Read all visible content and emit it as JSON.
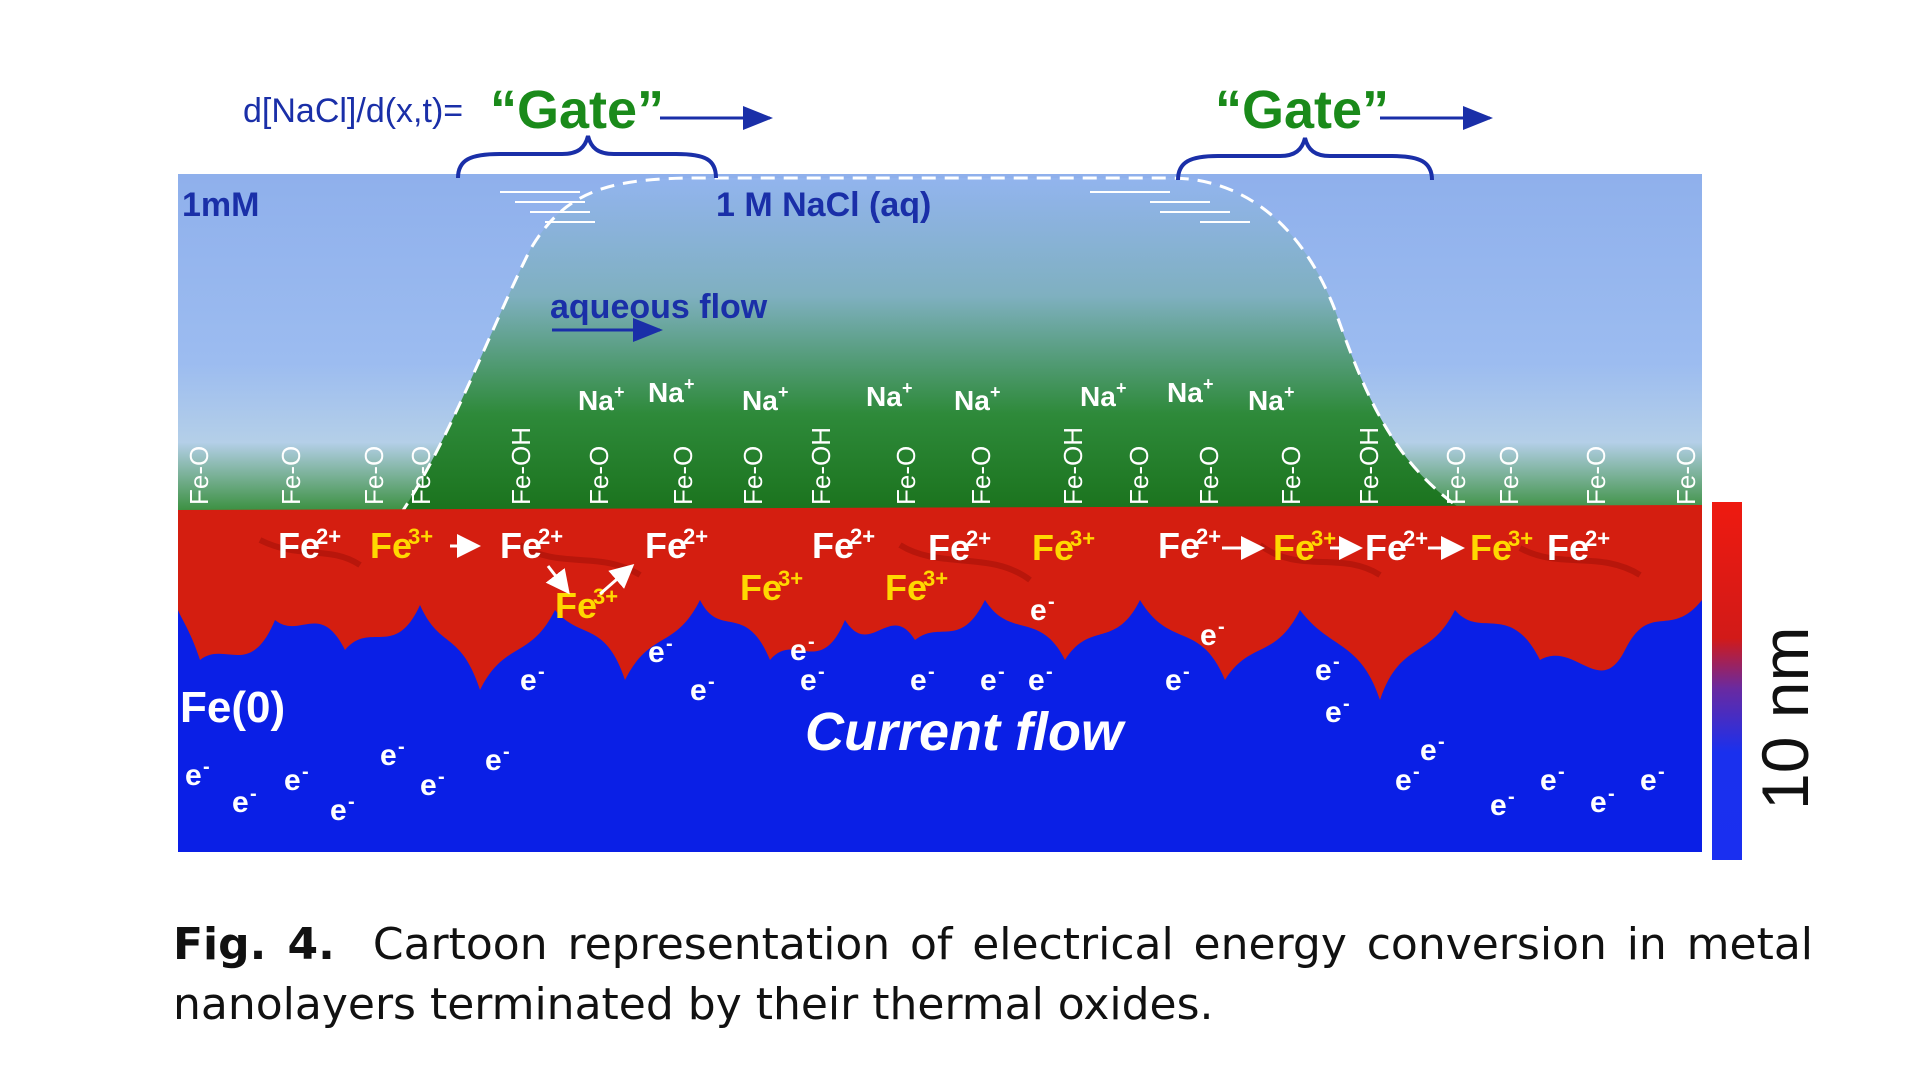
{
  "figure": {
    "top_annotations": {
      "gradient_label": "d[NaCl]/d(x,t)=",
      "gate_left": "“Gate”",
      "gate_right": "“Gate”"
    },
    "solution": {
      "low_conc": "1mM",
      "high_conc": "1 M NaCl (aq)",
      "flow_label": "aqueous flow"
    },
    "surface_groups": {
      "fe_o": "Fe-O",
      "fe_oh": "Fe-OH"
    },
    "ions": {
      "sodium": "Na",
      "sodium_charge": "+",
      "fe2": "Fe",
      "fe2_charge": "2+",
      "fe3": "Fe",
      "fe3_charge": "3+",
      "electron": "e",
      "electron_charge": "-"
    },
    "metal": {
      "label": "Fe(0)",
      "current_label": "Current flow"
    },
    "scale_bar": {
      "label": "10 nm"
    },
    "colors": {
      "gate_green": "#1a8a1a",
      "formula_blue": "#1a2fa8",
      "water_blue": "#93b4ee",
      "oxide_red": "#d41e10",
      "metal_blue": "#0a1fe6",
      "fe3_yellow": "#ffd800",
      "surface_green": "#1b7a1c"
    }
  },
  "caption": {
    "label": "Fig. 4.",
    "text": "Cartoon representation of electrical energy conversion in metal nanolayers terminated by their thermal oxides."
  }
}
